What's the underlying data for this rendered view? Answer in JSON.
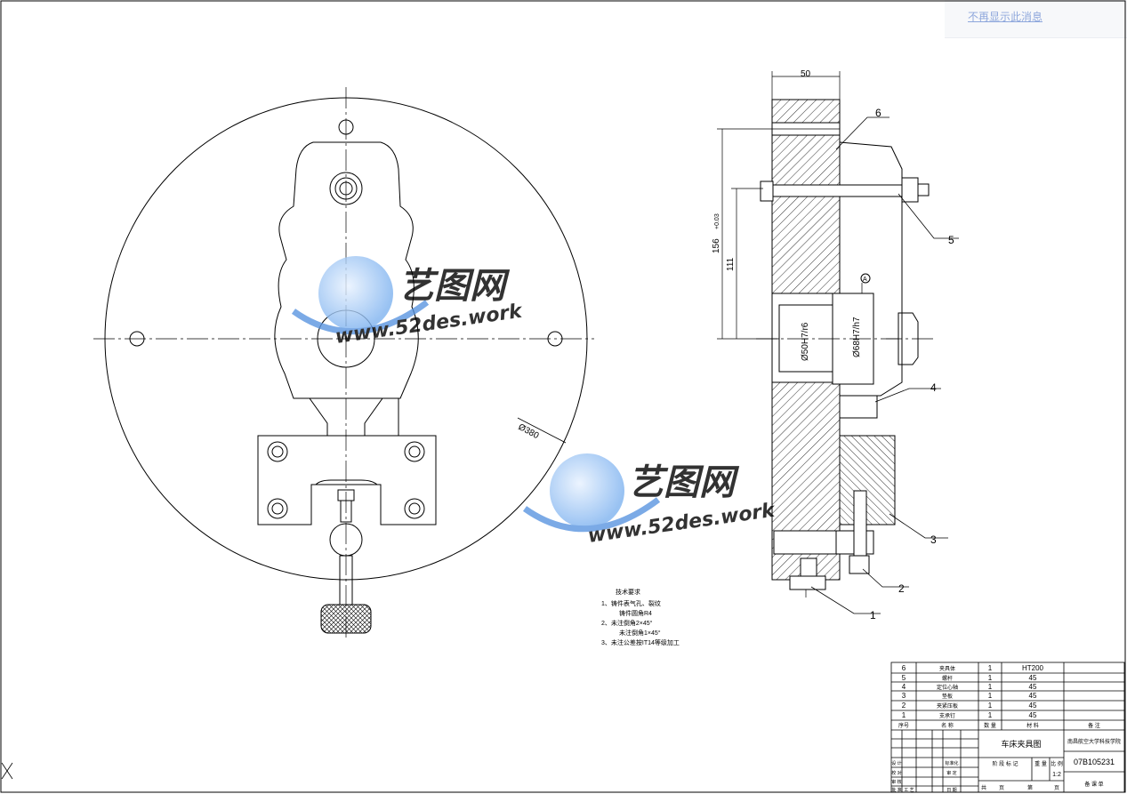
{
  "top_link": "不再显示此消息",
  "watermark": {
    "name": "艺图网",
    "url": "www.52des.work"
  },
  "drawing": {
    "front_diameter": "Ø380",
    "dim_top_width": "50",
    "dim_height_total": "156",
    "dim_height_tol": "+0.03",
    "dim_height_mid": "111",
    "fit_small": "Ø50H7/r6",
    "fit_large": "Ø68H7/h7",
    "datum": "A",
    "callouts": [
      "6",
      "5",
      "4",
      "3",
      "2",
      "1"
    ]
  },
  "notes": {
    "title": "技术要求",
    "lines": [
      "1、铸件表气孔、裂纹",
      "铸件圆角R4",
      "2、未注倒角2×45°",
      "未注倒角1×45°",
      "3、未注公差按IT14等级加工"
    ]
  },
  "parts_list": {
    "rows": [
      {
        "no": "6",
        "name": "夹具体",
        "qty": "1",
        "material": "HT200"
      },
      {
        "no": "5",
        "name": "螺杆",
        "qty": "1",
        "material": "45"
      },
      {
        "no": "4",
        "name": "定位心轴",
        "qty": "1",
        "material": "45"
      },
      {
        "no": "3",
        "name": "垫板",
        "qty": "1",
        "material": "45"
      },
      {
        "no": "2",
        "name": "夹紧压板",
        "qty": "1",
        "material": "45"
      },
      {
        "no": "1",
        "name": "支承钉",
        "qty": "1",
        "material": "45"
      }
    ],
    "header": {
      "no": "序号",
      "name": "名 称",
      "qty": "数 量",
      "material": "材 料",
      "remark": "备 注"
    }
  },
  "title_block": {
    "drawing_title": "车床夹具图",
    "school": "南昌航空大学科技学院",
    "drawing_no": "07B105231",
    "scale": "1:2",
    "left_labels": [
      "设 计",
      "校 对",
      "审 核",
      "批 准",
      "工 艺"
    ],
    "mid_labels": [
      "标准化",
      "审 定",
      "日 期"
    ],
    "stage_labels": [
      "阶 段 标 记",
      "重 量",
      "比 例"
    ],
    "sheet_labels": [
      "共",
      "页",
      "第",
      "页"
    ],
    "remark_cell": "备 课 单"
  }
}
